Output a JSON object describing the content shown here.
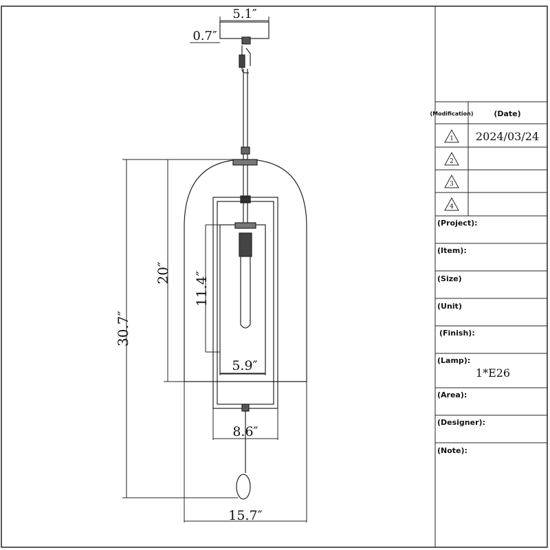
{
  "dimensions": {
    "canopy_width": "5.1″",
    "canopy_height": "0.7″",
    "shade_height": "20″",
    "overall_height": "30.7″",
    "inner_height": "11.4″",
    "inner_width": "5.9″",
    "frame_width": "8.6″",
    "shade_width": "15.7″"
  },
  "title_block": {
    "modification_header": "(Modification)",
    "date_header": "(Date)",
    "revisions": [
      {
        "mark": "1",
        "date": "2024/03/24"
      },
      {
        "mark": "2",
        "date": ""
      },
      {
        "mark": "3",
        "date": ""
      },
      {
        "mark": "4",
        "date": ""
      }
    ],
    "fields": [
      {
        "label": "(Project):",
        "value": ""
      },
      {
        "label": "(Item):",
        "value": ""
      },
      {
        "label": "(Size)",
        "value": ""
      },
      {
        "label": "(Unit)",
        "value": ""
      },
      {
        "label": "(Finish):",
        "value": ""
      },
      {
        "label": "(Lamp):",
        "value": "1*E26"
      },
      {
        "label": "(Area):",
        "value": ""
      },
      {
        "label": "(Designer):",
        "value": ""
      },
      {
        "label": "(Note):",
        "value": ""
      }
    ]
  }
}
